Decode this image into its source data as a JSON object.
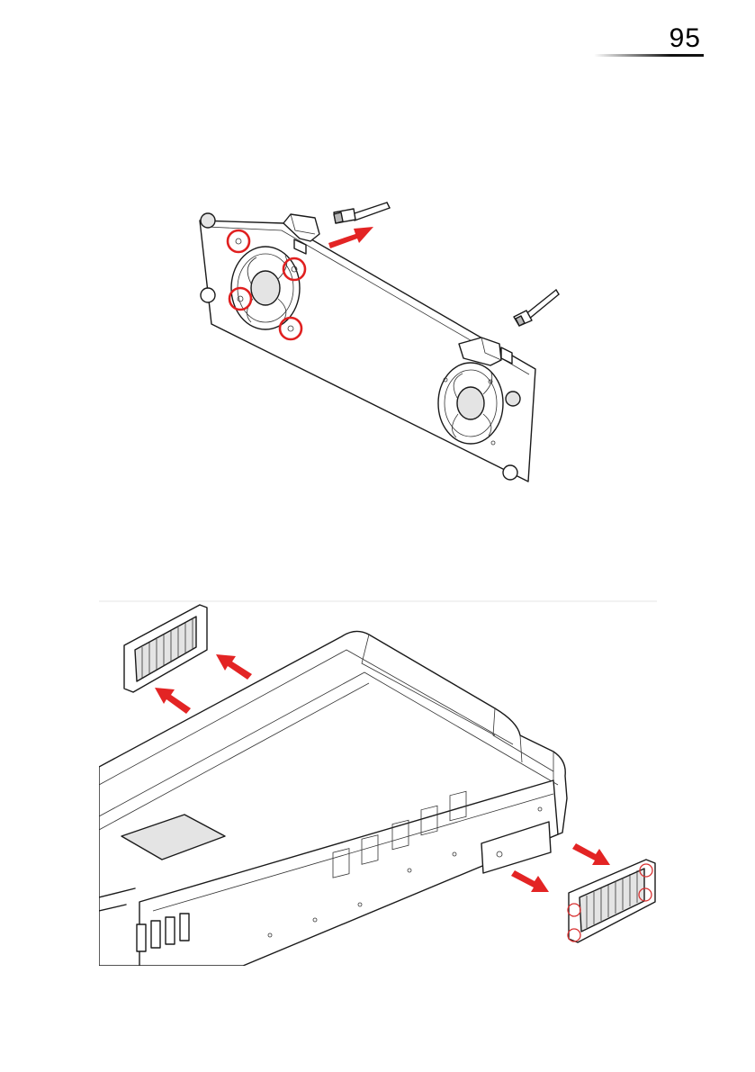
{
  "page": {
    "number": "95"
  },
  "figures": {
    "fan_assembly": {
      "icon": "fan-plate-removal-diagram",
      "highlight_color": "#e02020",
      "arrow_color": "#e32424",
      "highlighted_screws": 4,
      "fans": 2
    },
    "inverter_vents": {
      "icon": "inverter-ventilation-grille-removal-diagram",
      "highlight_color": "#d83030",
      "arrow_color": "#e32424",
      "grilles": 2,
      "highlighted_screws": 4
    }
  }
}
